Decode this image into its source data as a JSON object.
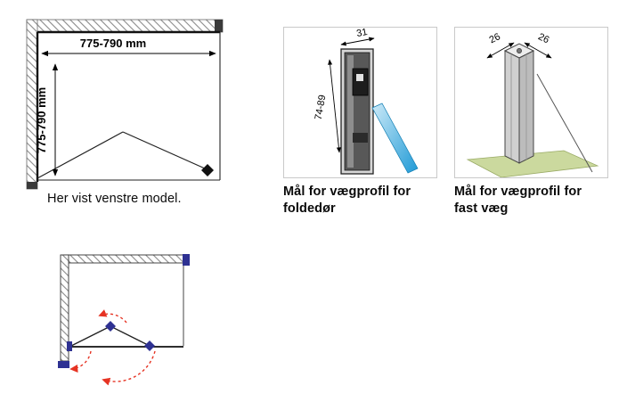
{
  "enclosure": {
    "width_label": "775-790 mm",
    "depth_label": "775-790 mm",
    "caption": "Her vist venstre model."
  },
  "fold_profile": {
    "width_label": "31",
    "depth_label": "74-89",
    "caption_line1": "Mål for vægprofil for",
    "caption_line2": "foldedør"
  },
  "fixed_profile": {
    "left_label": "26",
    "right_label": "26",
    "caption_line1": "Mål for vægprofil for",
    "caption_line2": "fast væg"
  },
  "colors": {
    "hinge_blue": "#2e3192",
    "swing_red": "#e63323",
    "glass_blue": "#1f9ad6",
    "glass_blue_light": "#cdeaf8",
    "glass_edge": "#1580b4",
    "floor_green": "#cbd99e",
    "floor_edge": "#9aab66"
  }
}
